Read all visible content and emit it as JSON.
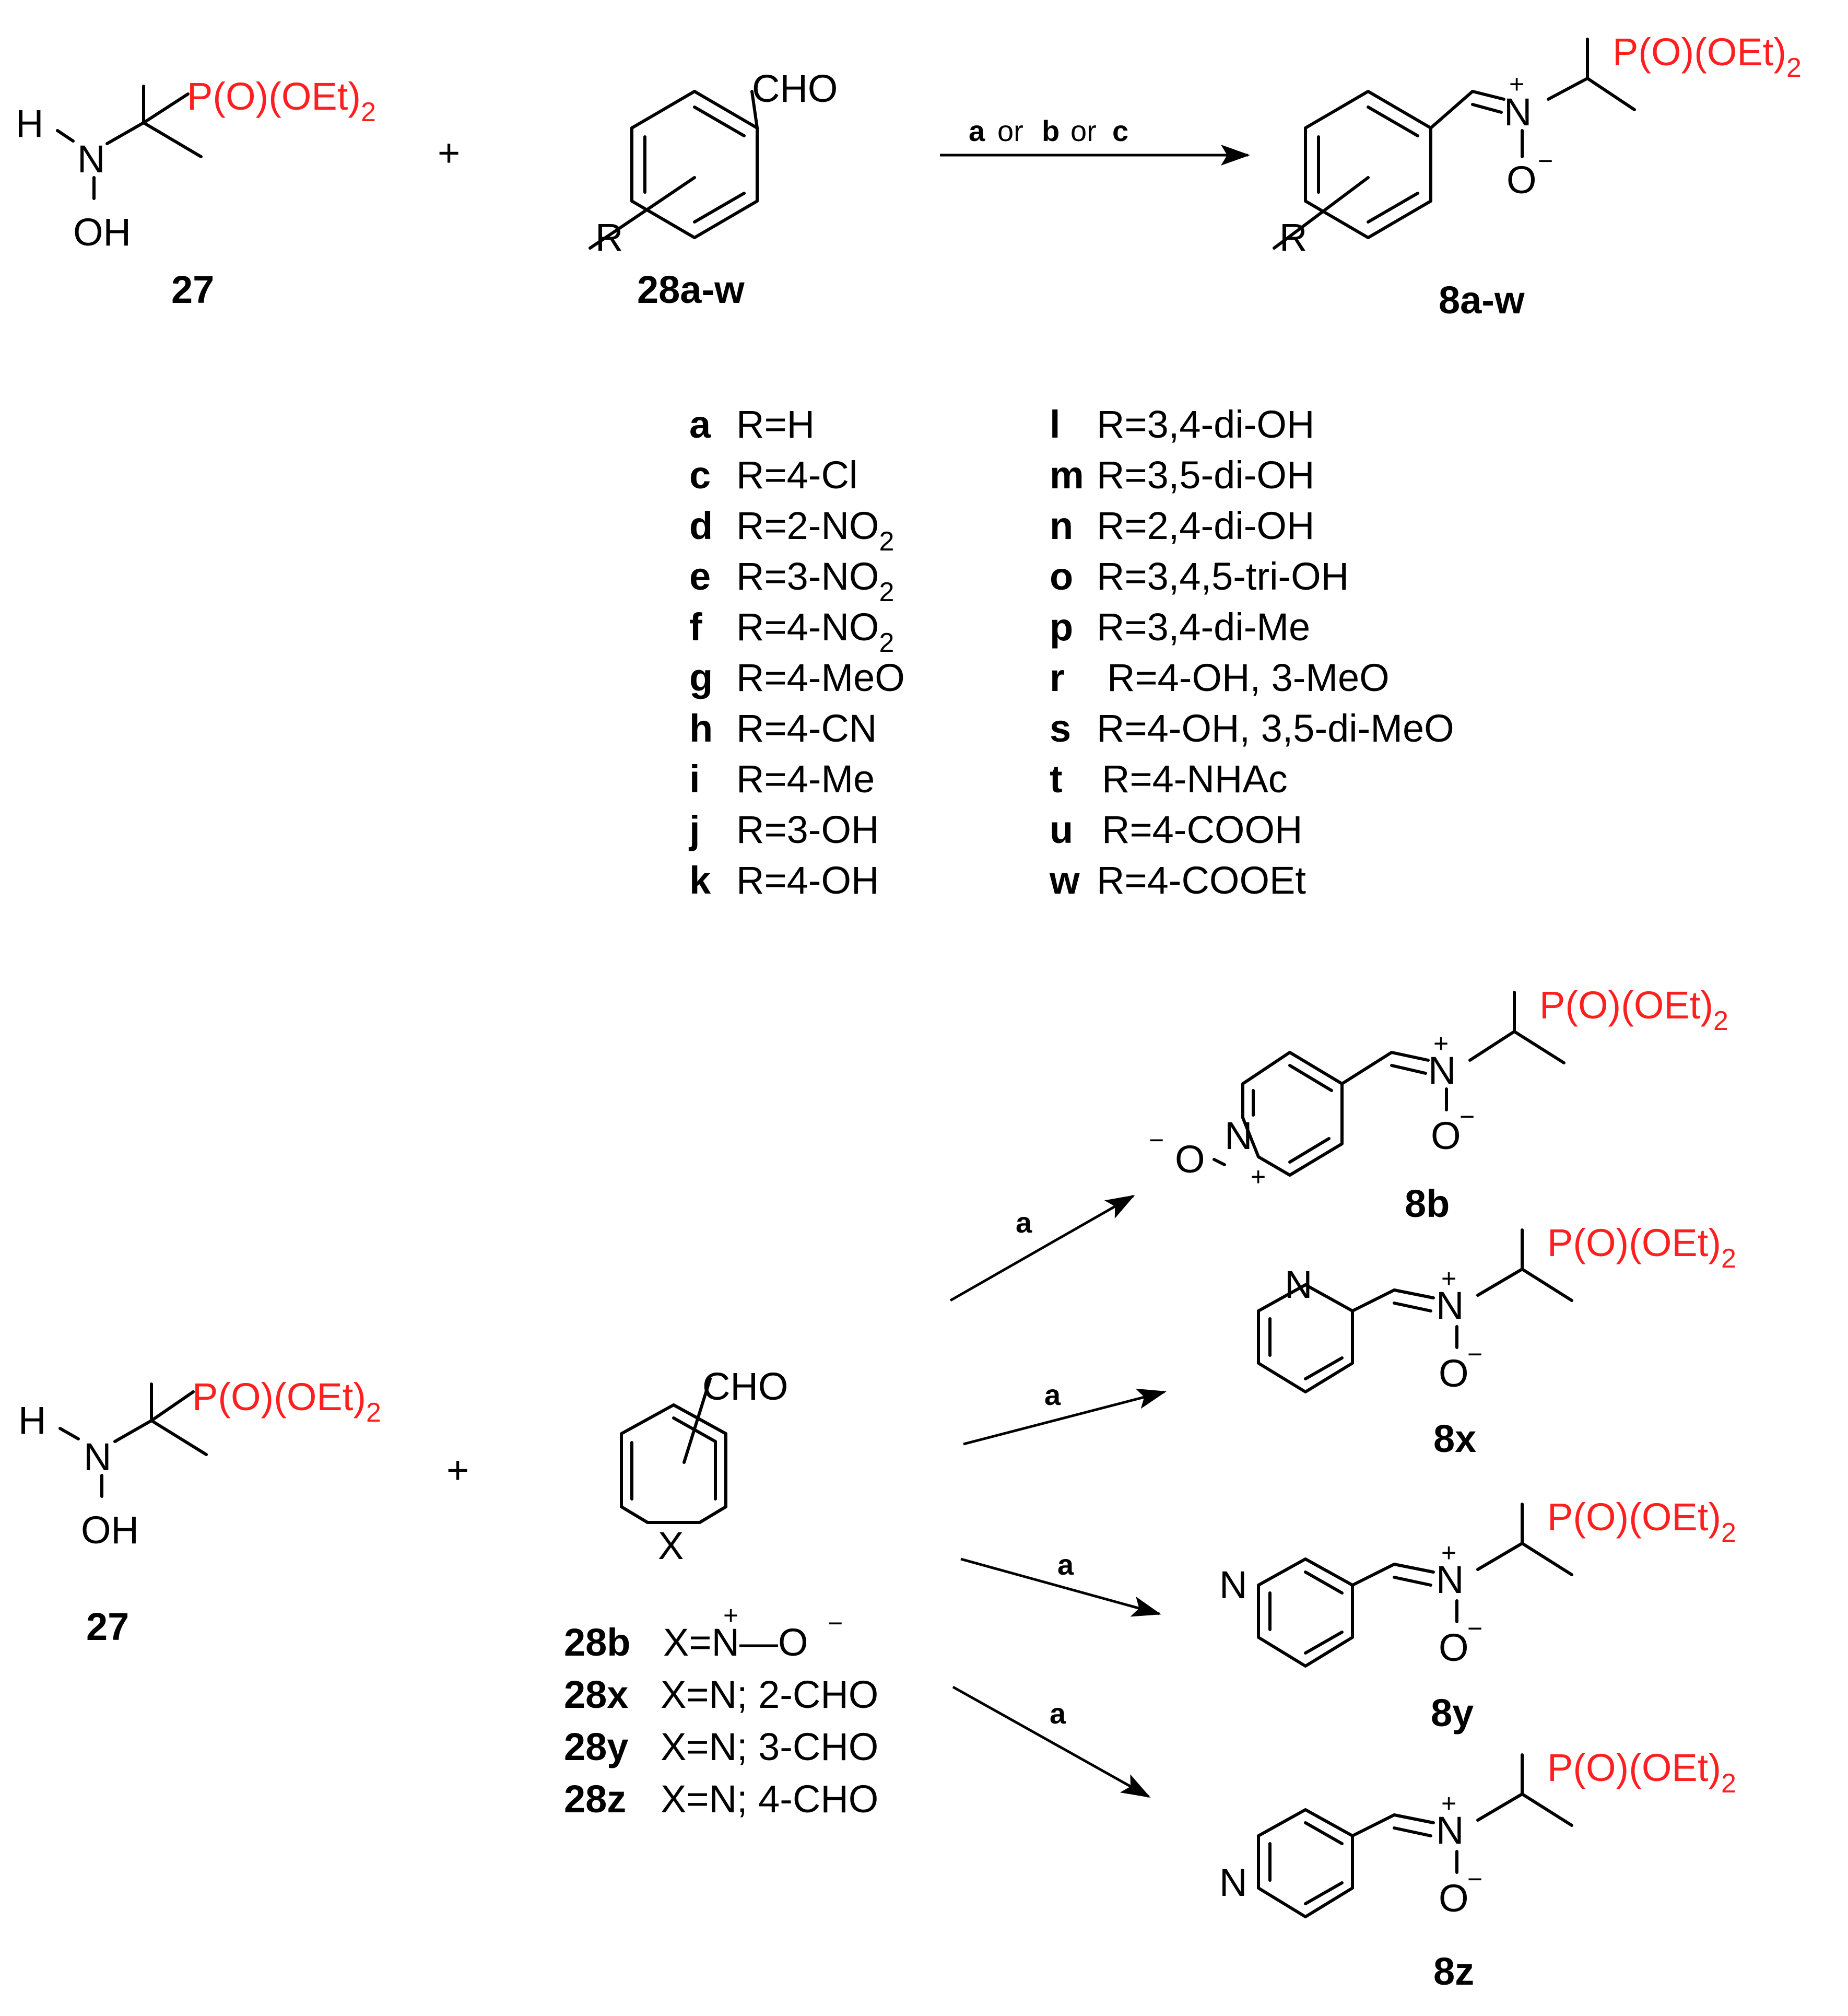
{
  "compounds": {
    "hydroxylamine": "27",
    "aldehydes": "28a-w",
    "products": "8a-w",
    "b_product": "8b",
    "x_product": "8x",
    "y_product": "8y",
    "z_product": "8z"
  },
  "fragments": {
    "phosphonate": "P(O)(OEt)",
    "phosphonate_sub": "2",
    "H": "H",
    "N": "N",
    "OH": "OH",
    "CHO": "CHO",
    "R": "R",
    "X": "X",
    "O": "O",
    "plus": "+",
    "minus": "−"
  },
  "conditions": {
    "main_a": "a",
    "main_or1": "or",
    "main_b": "b",
    "main_or2": "or",
    "main_c": "c",
    "branch": "a"
  },
  "substituents_left": [
    {
      "key": "a",
      "text": "R=H"
    },
    {
      "key": "c",
      "text": "R=4-Cl"
    },
    {
      "key": "d",
      "text": "R=2-NO",
      "sub": "2"
    },
    {
      "key": "e",
      "text": "R=3-NO",
      "sub": "2"
    },
    {
      "key": "f",
      "text": "R=4-NO",
      "sub": "2"
    },
    {
      "key": "g",
      "text": "R=4-MeO"
    },
    {
      "key": "h",
      "text": "R=4-CN"
    },
    {
      "key": "i",
      "text": "R=4-Me"
    },
    {
      "key": "j",
      "text": "R=3-OH"
    },
    {
      "key": "k",
      "text": "R=4-OH"
    }
  ],
  "substituents_right": [
    {
      "key": "l",
      "text": "R=3,4-di-OH"
    },
    {
      "key": "m",
      "text": "R=3,5-di-OH"
    },
    {
      "key": "n",
      "text": "R=2,4-di-OH"
    },
    {
      "key": "o",
      "text": "R=3,4,5-tri-OH"
    },
    {
      "key": "p",
      "text": "R=3,4-di-Me"
    },
    {
      "key": "r",
      "text": "R=4-OH, 3-MeO"
    },
    {
      "key": "s",
      "text": "R=4-OH, 3,5-di-MeO"
    },
    {
      "key": "t",
      "text": "R=4-NHAc"
    },
    {
      "key": "u",
      "text": "R=4-COOH"
    },
    {
      "key": "w",
      "text": "R=4-COOEt"
    }
  ],
  "heteroaryl_legend": [
    {
      "label": "28b",
      "text": "X=N—O",
      "charge_plus": "+",
      "charge_minus": "−"
    },
    {
      "label": "28x",
      "text": "X=N; 2-CHO"
    },
    {
      "label": "28y",
      "text": "X=N; 3-CHO"
    },
    {
      "label": "28z",
      "text": "X=N; 4-CHO"
    }
  ],
  "colors": {
    "phosphonate": "#ff1f1f",
    "ink": "#000000"
  }
}
